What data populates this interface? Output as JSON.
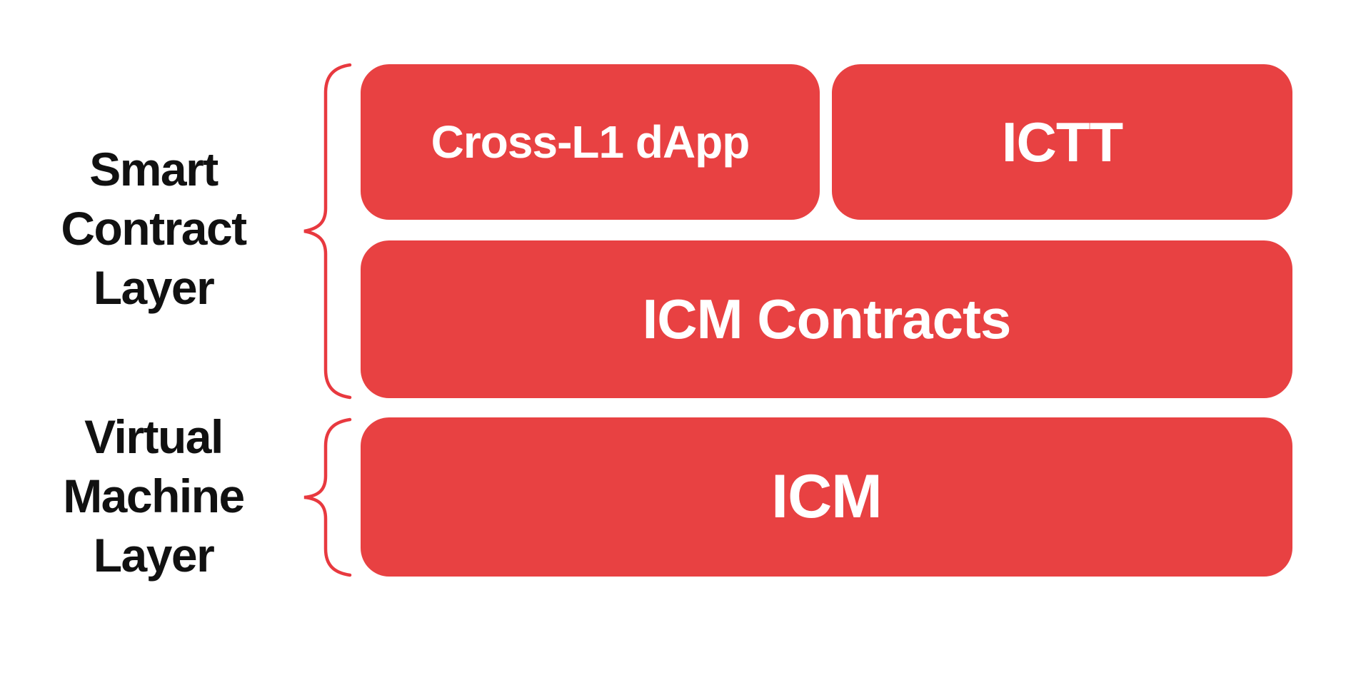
{
  "colors": {
    "background": "#FFFFFF",
    "box_red": "#E84142",
    "brace_red": "#E8393F",
    "box_text": "#FFFFFF",
    "label_text": "#111111"
  },
  "layers": {
    "smart_contract": {
      "label": "Smart\nContract\nLayer",
      "boxes": {
        "cross_l1_dapp": "Cross-L1 dApp",
        "ictt": "ICTT",
        "icm_contracts": "ICM Contracts"
      }
    },
    "virtual_machine": {
      "label": "Virtual\nMachine\nLayer",
      "boxes": {
        "icm": "ICM"
      }
    }
  }
}
